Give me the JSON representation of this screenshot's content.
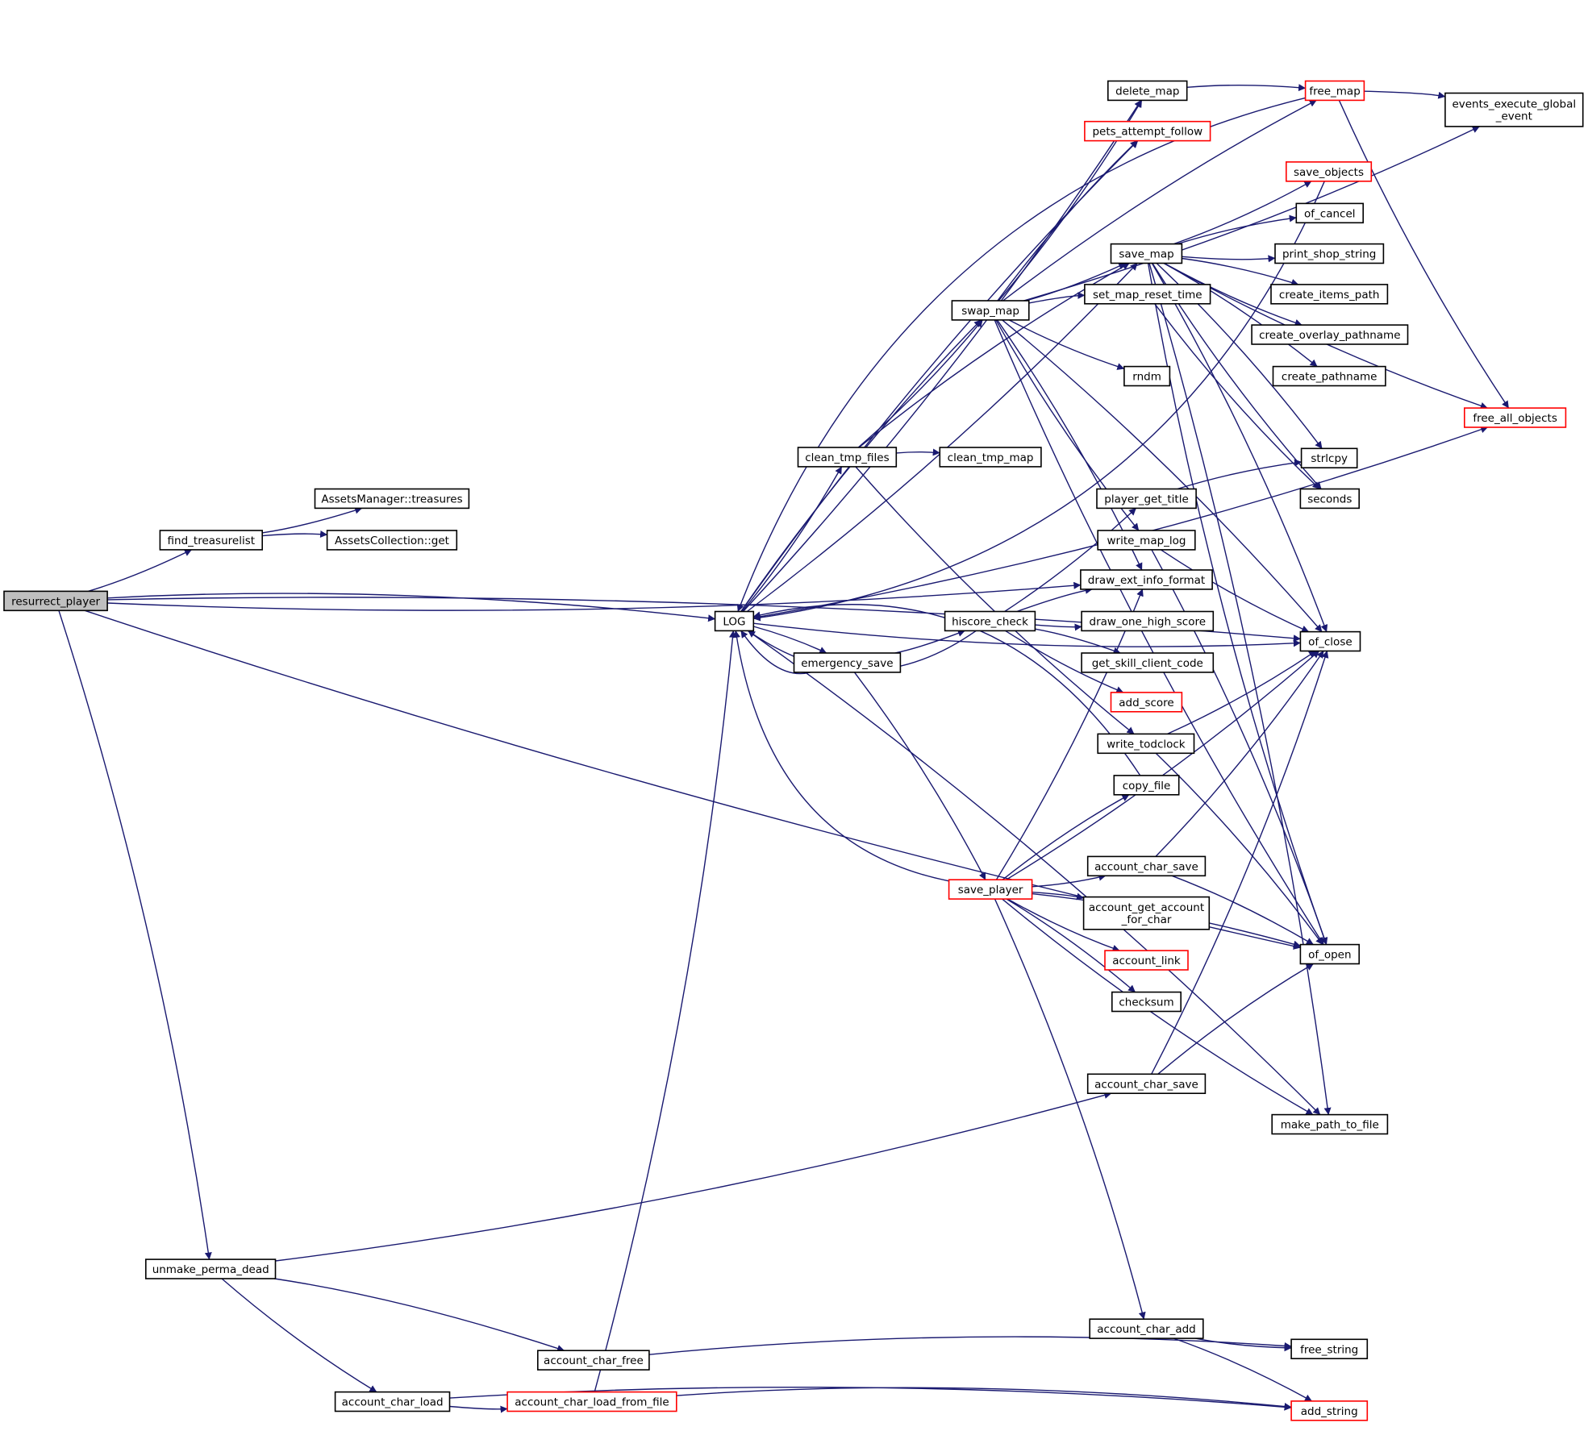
{
  "graph": {
    "colors": {
      "edge": "#191970",
      "node_border": "#000000",
      "truncated_border": "#ff0000",
      "root_fill": "#bfbfbf",
      "background": "#ffffff"
    },
    "nodes": [
      {
        "id": "resurrect_player",
        "label": "resurrect_player",
        "root": true
      },
      {
        "id": "find_treasurelist",
        "label": "find_treasurelist"
      },
      {
        "id": "assets_treasures",
        "label": "AssetsManager::treasures"
      },
      {
        "id": "assets_get",
        "label": "AssetsCollection::get"
      },
      {
        "id": "log",
        "label": "LOG"
      },
      {
        "id": "unmake_perma_dead",
        "label": "unmake_perma_dead"
      },
      {
        "id": "account_char_free",
        "label": "account_char_free"
      },
      {
        "id": "account_char_load",
        "label": "account_char_load"
      },
      {
        "id": "account_char_load_from_file",
        "label": "account_char_load_from_file",
        "red": true
      },
      {
        "id": "clean_tmp_files",
        "label": "clean_tmp_files"
      },
      {
        "id": "clean_tmp_map",
        "label": "clean_tmp_map"
      },
      {
        "id": "emergency_save",
        "label": "emergency_save"
      },
      {
        "id": "swap_map",
        "label": "swap_map"
      },
      {
        "id": "save_player",
        "label": "save_player",
        "red": true
      },
      {
        "id": "hiscore_check",
        "label": "hiscore_check"
      },
      {
        "id": "delete_map",
        "label": "delete_map"
      },
      {
        "id": "pets_attempt_follow",
        "label": "pets_attempt_follow",
        "red": true
      },
      {
        "id": "save_map",
        "label": "save_map"
      },
      {
        "id": "set_map_reset_time",
        "label": "set_map_reset_time"
      },
      {
        "id": "rndm",
        "label": "rndm"
      },
      {
        "id": "player_get_title",
        "label": "player_get_title"
      },
      {
        "id": "write_map_log",
        "label": "write_map_log"
      },
      {
        "id": "draw_ext_info_format",
        "label": "draw_ext_info_format"
      },
      {
        "id": "draw_one_high_score",
        "label": "draw_one_high_score"
      },
      {
        "id": "get_skill_client_code",
        "label": "get_skill_client_code"
      },
      {
        "id": "add_score",
        "label": "add_score",
        "red": true
      },
      {
        "id": "write_todclock",
        "label": "write_todclock"
      },
      {
        "id": "copy_file",
        "label": "copy_file"
      },
      {
        "id": "account_char_save_1",
        "label": "account_char_save"
      },
      {
        "id": "account_get_account_for_char",
        "label": "account_get_account\n_for_char"
      },
      {
        "id": "account_link",
        "label": "account_link",
        "red": true
      },
      {
        "id": "checksum",
        "label": "checksum"
      },
      {
        "id": "account_char_save_2",
        "label": "account_char_save"
      },
      {
        "id": "account_char_add",
        "label": "account_char_add"
      },
      {
        "id": "free_map",
        "label": "free_map",
        "red": true
      },
      {
        "id": "events_execute_global_event",
        "label": "events_execute_global\n_event"
      },
      {
        "id": "save_objects",
        "label": "save_objects",
        "red": true
      },
      {
        "id": "of_cancel",
        "label": "of_cancel"
      },
      {
        "id": "print_shop_string",
        "label": "print_shop_string"
      },
      {
        "id": "create_items_path",
        "label": "create_items_path"
      },
      {
        "id": "create_overlay_pathname",
        "label": "create_overlay_pathname"
      },
      {
        "id": "create_pathname",
        "label": "create_pathname"
      },
      {
        "id": "free_all_objects",
        "label": "free_all_objects",
        "red": true
      },
      {
        "id": "strlcpy",
        "label": "strlcpy"
      },
      {
        "id": "seconds",
        "label": "seconds"
      },
      {
        "id": "of_close",
        "label": "of_close"
      },
      {
        "id": "of_open",
        "label": "of_open"
      },
      {
        "id": "make_path_to_file",
        "label": "make_path_to_file"
      },
      {
        "id": "free_string",
        "label": "free_string"
      },
      {
        "id": "add_string",
        "label": "add_string",
        "red": true
      }
    ],
    "edges": [
      [
        "resurrect_player",
        "find_treasurelist"
      ],
      [
        "resurrect_player",
        "log"
      ],
      [
        "resurrect_player",
        "draw_ext_info_format"
      ],
      [
        "resurrect_player",
        "of_close"
      ],
      [
        "resurrect_player",
        "of_open"
      ],
      [
        "resurrect_player",
        "unmake_perma_dead"
      ],
      [
        "find_treasurelist",
        "assets_treasures"
      ],
      [
        "find_treasurelist",
        "assets_get"
      ],
      [
        "unmake_perma_dead",
        "account_char_save_2"
      ],
      [
        "unmake_perma_dead",
        "account_char_free"
      ],
      [
        "unmake_perma_dead",
        "account_char_load"
      ],
      [
        "account_char_free",
        "free_string"
      ],
      [
        "account_char_load",
        "account_char_load_from_file"
      ],
      [
        "account_char_load",
        "add_string"
      ],
      [
        "account_char_load_from_file",
        "log"
      ],
      [
        "account_char_load_from_file",
        "add_string"
      ],
      [
        "log",
        "clean_tmp_files"
      ],
      [
        "log",
        "emergency_save"
      ],
      [
        "log",
        "delete_map"
      ],
      [
        "log",
        "pets_attempt_follow"
      ],
      [
        "log",
        "save_map"
      ],
      [
        "log",
        "swap_map"
      ],
      [
        "log",
        "of_close"
      ],
      [
        "log",
        "make_path_to_file"
      ],
      [
        "log",
        "free_all_objects"
      ],
      [
        "clean_tmp_files",
        "clean_tmp_map"
      ],
      [
        "clean_tmp_files",
        "swap_map"
      ],
      [
        "clean_tmp_files",
        "save_map"
      ],
      [
        "clean_tmp_files",
        "write_todclock"
      ],
      [
        "emergency_save",
        "log"
      ],
      [
        "emergency_save",
        "hiscore_check"
      ],
      [
        "emergency_save",
        "save_player"
      ],
      [
        "swap_map",
        "delete_map"
      ],
      [
        "swap_map",
        "pets_attempt_follow"
      ],
      [
        "swap_map",
        "save_map"
      ],
      [
        "swap_map",
        "set_map_reset_time"
      ],
      [
        "swap_map",
        "rndm"
      ],
      [
        "swap_map",
        "free_map"
      ],
      [
        "swap_map",
        "events_execute_global_event"
      ],
      [
        "swap_map",
        "of_close"
      ],
      [
        "swap_map",
        "write_map_log"
      ],
      [
        "swap_map",
        "draw_ext_info_format"
      ],
      [
        "swap_map",
        "of_open"
      ],
      [
        "delete_map",
        "free_map"
      ],
      [
        "free_map",
        "log"
      ],
      [
        "free_map",
        "events_execute_global_event"
      ],
      [
        "free_map",
        "free_all_objects"
      ],
      [
        "save_objects",
        "log"
      ],
      [
        "save_map",
        "save_objects"
      ],
      [
        "save_map",
        "of_cancel"
      ],
      [
        "save_map",
        "print_shop_string"
      ],
      [
        "save_map",
        "create_items_path"
      ],
      [
        "save_map",
        "create_overlay_pathname"
      ],
      [
        "save_map",
        "create_pathname"
      ],
      [
        "save_map",
        "free_all_objects"
      ],
      [
        "save_map",
        "strlcpy"
      ],
      [
        "save_map",
        "seconds"
      ],
      [
        "save_map",
        "of_close"
      ],
      [
        "save_map",
        "of_open"
      ],
      [
        "save_map",
        "make_path_to_file"
      ],
      [
        "set_map_reset_time",
        "seconds"
      ],
      [
        "hiscore_check",
        "log"
      ],
      [
        "hiscore_check",
        "player_get_title"
      ],
      [
        "hiscore_check",
        "draw_ext_info_format"
      ],
      [
        "hiscore_check",
        "draw_one_high_score"
      ],
      [
        "hiscore_check",
        "get_skill_client_code"
      ],
      [
        "hiscore_check",
        "add_score"
      ],
      [
        "player_get_title",
        "strlcpy"
      ],
      [
        "write_map_log",
        "of_close"
      ],
      [
        "write_map_log",
        "of_open"
      ],
      [
        "write_todclock",
        "of_close"
      ],
      [
        "write_todclock",
        "of_open"
      ],
      [
        "copy_file",
        "log"
      ],
      [
        "save_player",
        "log"
      ],
      [
        "save_player",
        "draw_ext_info_format"
      ],
      [
        "save_player",
        "copy_file"
      ],
      [
        "save_player",
        "account_char_save_1"
      ],
      [
        "save_player",
        "account_get_account_for_char"
      ],
      [
        "save_player",
        "account_link"
      ],
      [
        "save_player",
        "checksum"
      ],
      [
        "save_player",
        "of_close"
      ],
      [
        "save_player",
        "of_open"
      ],
      [
        "save_player",
        "make_path_to_file"
      ],
      [
        "save_player",
        "account_char_add"
      ],
      [
        "account_char_save_1",
        "of_close"
      ],
      [
        "account_char_save_1",
        "of_open"
      ],
      [
        "account_char_save_2",
        "of_close"
      ],
      [
        "account_char_save_2",
        "of_open"
      ],
      [
        "account_char_add",
        "free_string"
      ],
      [
        "account_char_add",
        "add_string"
      ]
    ]
  }
}
